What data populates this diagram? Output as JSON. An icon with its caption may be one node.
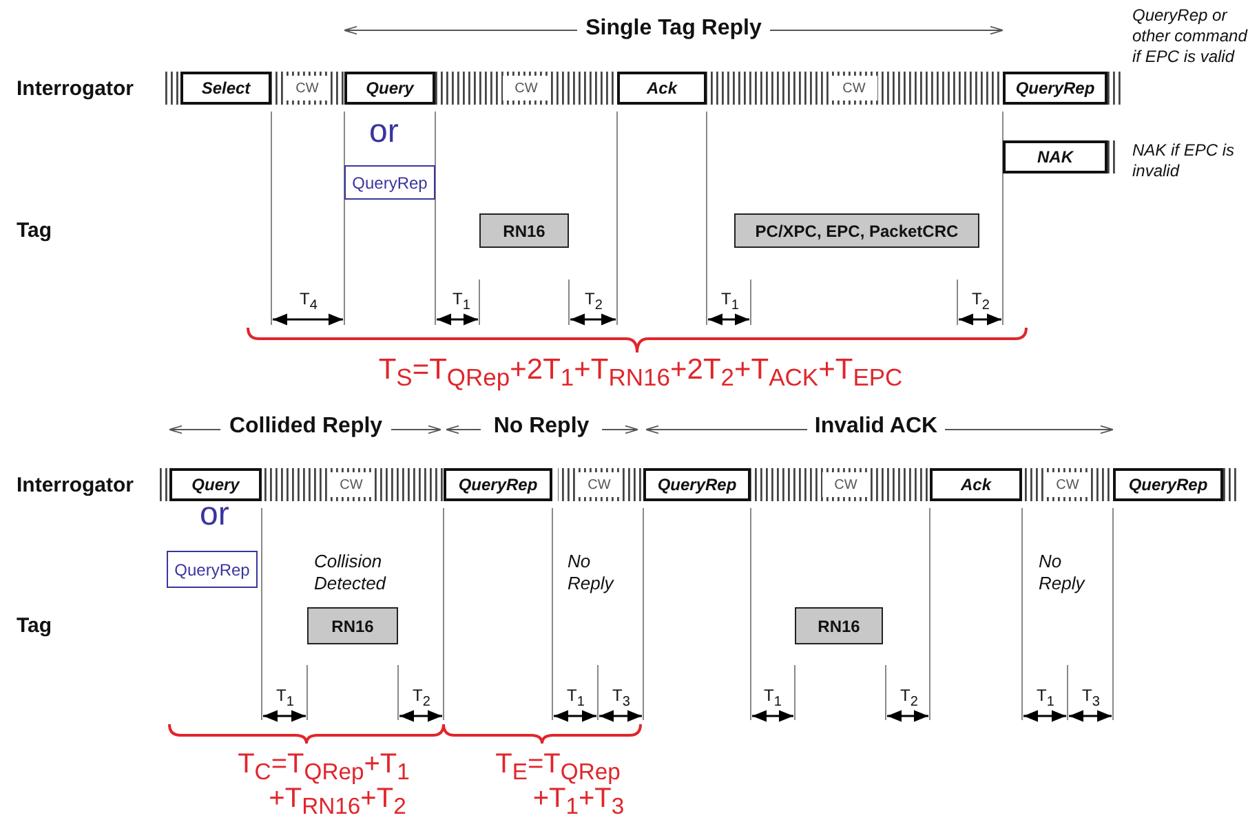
{
  "diagram": {
    "nodes": [
      {
        "text": [
          "Select"
        ]
      },
      {
        "text": [
          "CW"
        ]
      },
      {
        "text": [
          "Query"
        ]
      },
      {
        "text": [
          "CW"
        ]
      },
      {
        "text": [
          "Ack"
        ]
      },
      {
        "text": [
          "CW"
        ]
      },
      {
        "text": [
          "QueryRep"
        ]
      },
      {
        "text": [
          "QueryRep"
        ]
      },
      {
        "text": [
          "NAK"
        ]
      },
      {
        "text": [
          "RN16"
        ]
      },
      {
        "text": [
          "PC/XPC, EPC, PacketCRC"
        ]
      },
      {
        "text": [
          "Query"
        ]
      },
      {
        "text": [
          "CW"
        ]
      },
      {
        "text": [
          "QueryRep"
        ]
      },
      {
        "text": [
          "CW"
        ]
      },
      {
        "text": [
          "QueryRep"
        ]
      },
      {
        "text": [
          "CW"
        ]
      },
      {
        "text": [
          "Ack"
        ]
      },
      {
        "text": [
          "CW"
        ]
      },
      {
        "text": [
          "QueryRep"
        ]
      },
      {
        "text": [
          "QueryRep"
        ]
      },
      {
        "text": [
          "RN16"
        ]
      },
      {
        "text": [
          "RN16"
        ]
      }
    ],
    "edges": [],
    "labels": [
      "Single Tag Reply",
      "QueryRep or other command if EPC is valid",
      "Interrogator",
      "or",
      "NAK if EPC is invalid",
      "Tag",
      "T$_{4}$",
      "T$_{1}$",
      "T$_{2}$",
      "T$_{1}$",
      "T$_{2}$",
      "T$_{S}$=T$_{QRep}$+2T$_{1}$+T$_{RN16}$+2T$_{2}$+T$_{ACK}$+T$_{EPC}$",
      "Collided Reply",
      "No Reply",
      "Invalid ACK",
      "Interrogator",
      "or",
      "Collision Detected",
      "No Reply",
      "No Reply",
      "Tag",
      "T$_{1}$",
      "T$_{2}$",
      "T$_{1}$",
      "T$_{3}$",
      "T$_{1}$",
      "T$_{2}$",
      "T$_{1}$",
      "T$_{3}$",
      "T$_{C}$=T$_{QRep}$+T$_{1}$",
      "+T$_{RN16}$+T$_{2}$",
      "T$_{E}$=T$_{QRep}$",
      "+T$_{1}$+T$_{3}$"
    ]
  }
}
